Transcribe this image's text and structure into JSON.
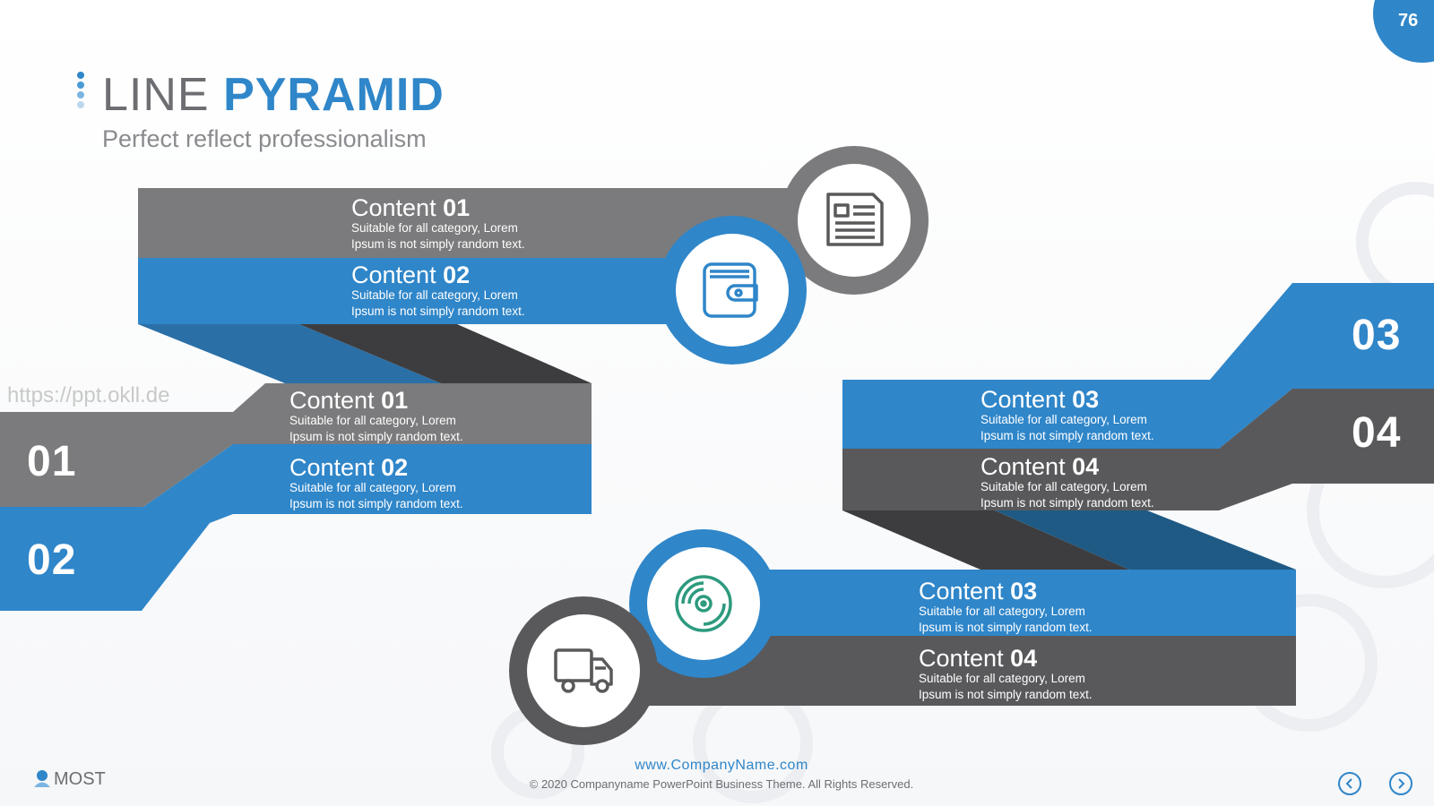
{
  "page_number": "76",
  "title": {
    "part1": "LINE ",
    "part2": "PYRAMID"
  },
  "subtitle": "Perfect reflect professionalism",
  "watermark": "https://ppt.okll.de",
  "colors": {
    "blue": "#2f86c9",
    "gray": "#7b7b7d",
    "dark": "#59595b",
    "shadow": "#3d3d3f",
    "shadow_blue": "#1f5a85"
  },
  "top_group": {
    "items": [
      {
        "label": "Content ",
        "number": "01",
        "desc1": "Suitable for all category, Lorem",
        "desc2": "Ipsum is not simply random text.",
        "icon": "newspaper-icon"
      },
      {
        "label": "Content ",
        "number": "02",
        "desc1": "Suitable for all category, Lorem",
        "desc2": "Ipsum is not simply random text.",
        "icon": "wallet-icon"
      }
    ]
  },
  "left_group": {
    "big_numbers": [
      "01",
      "02"
    ],
    "items": [
      {
        "label": "Content ",
        "number": "01",
        "desc1": "Suitable for all category, Lorem",
        "desc2": "Ipsum is not simply random text."
      },
      {
        "label": "Content ",
        "number": "02",
        "desc1": "Suitable for all category, Lorem",
        "desc2": "Ipsum is not simply random text."
      }
    ]
  },
  "right_group": {
    "big_numbers": [
      "03",
      "04"
    ],
    "items": [
      {
        "label": "Content ",
        "number": "03",
        "desc1": "Suitable for all category, Lorem",
        "desc2": "Ipsum is not simply random text."
      },
      {
        "label": "Content ",
        "number": "04",
        "desc1": "Suitable for all category, Lorem",
        "desc2": "Ipsum is not simply random text."
      }
    ]
  },
  "bottom_group": {
    "items": [
      {
        "label": "Content ",
        "number": "03",
        "desc1": "Suitable for all category, Lorem",
        "desc2": "Ipsum is not simply random text.",
        "icon": "disc-icon"
      },
      {
        "label": "Content ",
        "number": "04",
        "desc1": "Suitable for all category, Lorem",
        "desc2": "Ipsum is not simply random text.",
        "icon": "truck-icon"
      }
    ]
  },
  "logo": "MOST",
  "footer": {
    "url": "www.CompanyName.com",
    "copyright": "© 2020 Companyname PowerPoint Business Theme. All Rights Reserved."
  }
}
